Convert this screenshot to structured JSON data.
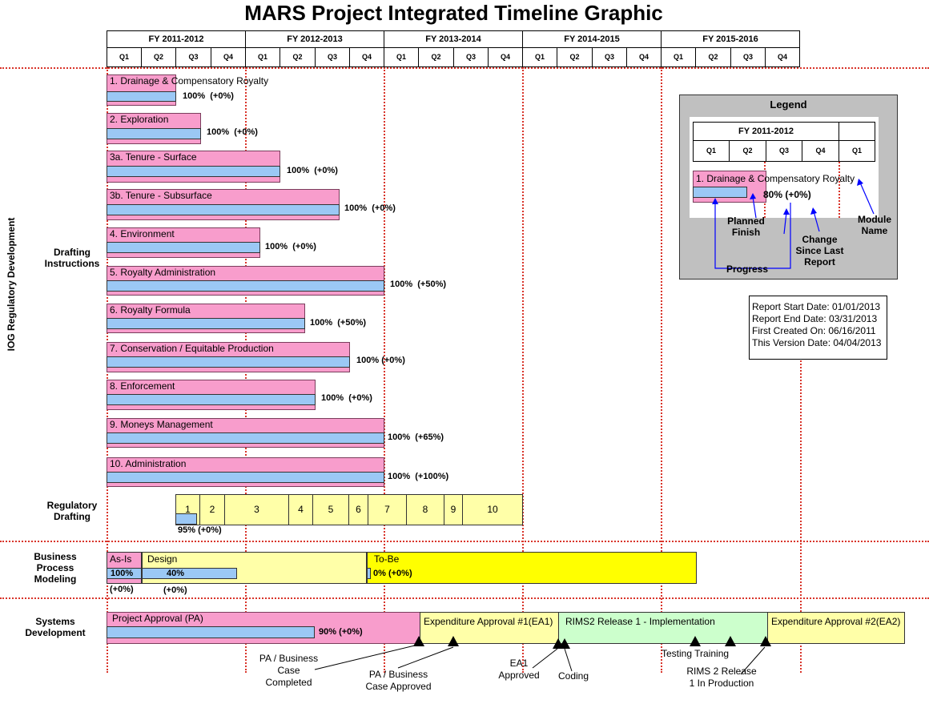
{
  "title": "MARS Project Integrated Timeline Graphic",
  "fiscal_years": [
    "FY 2011-2012",
    "FY 2012-2013",
    "FY 2013-2014",
    "FY 2014-2015",
    "FY 2015-2016"
  ],
  "quarters": [
    "Q1",
    "Q2",
    "Q3",
    "Q4"
  ],
  "sections": {
    "iog": "IOG Regulatory Development",
    "drafting_instructions": "Drafting Instructions",
    "regulatory_drafting": "Regulatory Drafting",
    "business_process_modeling": "Business Process Modeling",
    "systems_development": "Systems Development"
  },
  "drafting_modules": [
    {
      "label": "1.  Drainage & Compensatory Royalty",
      "progress": "100%",
      "change": "(+0%)"
    },
    {
      "label": "2.  Exploration",
      "progress": "100%",
      "change": "(+0%)"
    },
    {
      "label": "3a. Tenure - Surface",
      "progress": "100%",
      "change": "(+0%)"
    },
    {
      "label": "3b. Tenure - Subsurface",
      "progress": "100%",
      "change": "(+0%)"
    },
    {
      "label": "4.   Environment",
      "progress": "100%",
      "change": "(+0%)"
    },
    {
      "label": "5.   Royalty Administration",
      "progress": "100%",
      "change": "(+50%)"
    },
    {
      "label": "6.   Royalty Formula",
      "progress": "100%",
      "change": "(+50%)"
    },
    {
      "label": "7.   Conservation / Equitable Production",
      "progress": "100%",
      "change": "(+0%)"
    },
    {
      "label": "8.   Enforcement",
      "progress": "100%",
      "change": "(+0%)"
    },
    {
      "label": "9. Moneys Management",
      "progress": "100%",
      "change": "(+65%)"
    },
    {
      "label": "10. Administration",
      "progress": "100%",
      "change": "(+100%)"
    }
  ],
  "regulatory_drafting": {
    "segments": [
      "1",
      "2",
      "3",
      "4",
      "5",
      "6",
      "7",
      "8",
      "9",
      "10"
    ],
    "progress_text": "95%  (+0%)"
  },
  "bpm": {
    "as_is": "As-Is",
    "as_is_pct": "100%",
    "as_is_change": "(+0%)",
    "design": "Design",
    "design_pct": "40%",
    "design_change": "(+0%)",
    "to_be": "To-Be",
    "to_be_pct": "0% (+0%)"
  },
  "systems": {
    "pa": "Project Approval (PA)",
    "pa_pct": "90%  (+0%)",
    "ea1": "Expenditure Approval #1(EA1)",
    "rims": "RIMS2 Release 1 - Implementation",
    "ea2": "Expenditure Approval #2(EA2)"
  },
  "milestones": {
    "pa_completed": "PA / Business Case Completed",
    "pa_approved": "PA / Business Case Approved",
    "ea1_approved": "EA1 Approved",
    "coding": "Coding",
    "testing_training": "Testing Training",
    "rims_production": "RIMS 2 Release 1 In Production"
  },
  "legend": {
    "title": "Legend",
    "fy": "FY 2011-2012",
    "quarters": [
      "Q1",
      "Q2",
      "Q3",
      "Q4",
      "Q1"
    ],
    "sample_label": "1.  Drainage & Compensatory Royalty",
    "sample_pct": "80%  (+0%)",
    "planned_finish": "Planned Finish",
    "progress": "Progress",
    "change": "Change Since Last Report",
    "module_name": "Module Name"
  },
  "report": {
    "start": "Report Start Date: 01/01/2013",
    "end": "Report End Date: 03/31/2013",
    "created": "First Created On: 06/16/2011",
    "version": "This Version Date: 04/04/2013"
  },
  "colors": {
    "planned": "#f89dcc",
    "progress": "#9bc8f5",
    "phase": "#ffffa8",
    "to_be": "#ffff00",
    "rims": "#ccffcc",
    "gridline": "#d9342a"
  }
}
